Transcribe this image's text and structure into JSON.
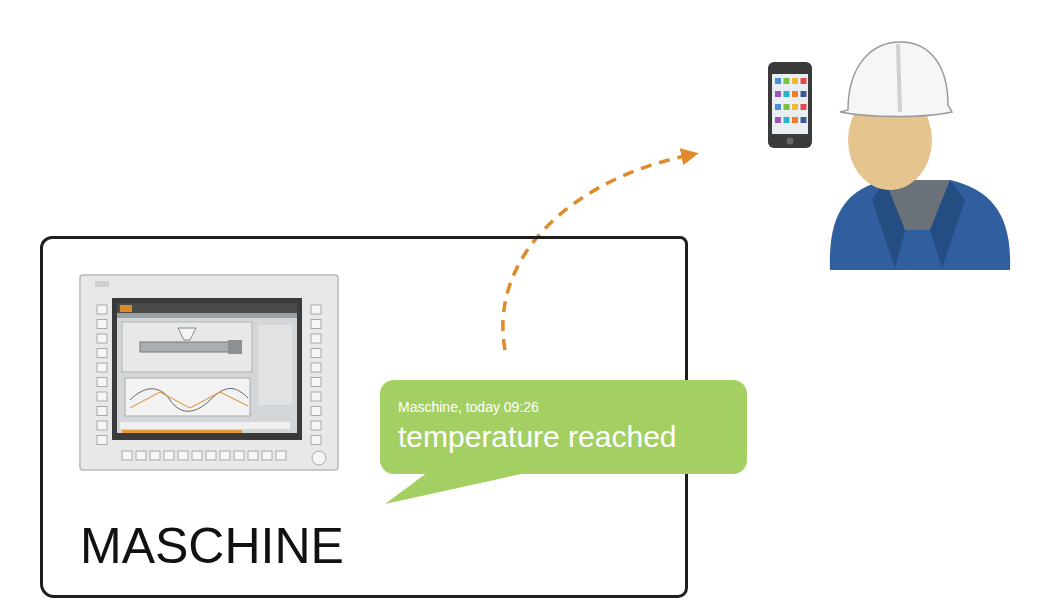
{
  "diagram": {
    "nodes": [
      {
        "text": [
          "MASCHINE"
        ]
      },
      {
        "text": [
          "Maschine, today 09:26",
          "temperature reached"
        ],
        "in": 0
      }
    ]
  }
}
